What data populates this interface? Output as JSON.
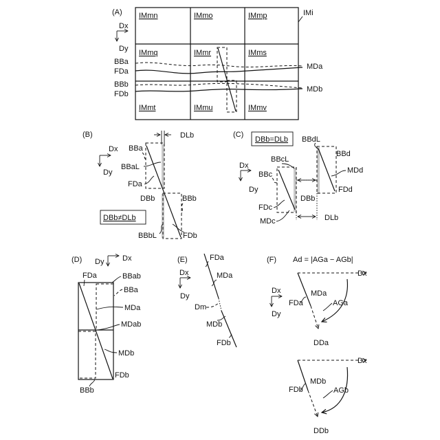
{
  "panels": {
    "a": {
      "label": "(A)",
      "cells": [
        "IMmn",
        "IMmo",
        "IMmp",
        "IMmq",
        "IMmr",
        "IMms",
        "IMmt",
        "IMmu",
        "IMmv"
      ],
      "image_label": "IMi",
      "dx": "Dx",
      "dy": "Dy",
      "bba": "BBa",
      "fda": "FDa",
      "bbb": "BBb",
      "fdb": "FDb",
      "mda": "MDa",
      "mdb": "MDb"
    },
    "b": {
      "label": "(B)",
      "dlb": "DLb",
      "dx": "Dx",
      "dy": "Dy",
      "bba": "BBa",
      "bbal": "BBaL",
      "fda": "FDa",
      "dbb": "DBb",
      "bbb": "BBb",
      "boxed": "DBb≠DLb",
      "bbbl": "BBbL",
      "fdb": "FDb"
    },
    "c": {
      "label": "(C)",
      "boxed": "DBb=DLb",
      "bbdl": "BBdL",
      "bbd": "BBd",
      "bbcl": "BBcL",
      "mdd": "MDd",
      "bbc": "BBc",
      "fdd": "FDd",
      "dx": "Dx",
      "dy": "Dy",
      "dbb": "DBb",
      "fdc": "FDc",
      "mdc": "MDc",
      "dlb": "DLb"
    },
    "d": {
      "label": "(D)",
      "dy": "Dy",
      "dx": "Dx",
      "fda": "FDa",
      "bbab": "BBab",
      "bba": "BBa",
      "mda": "MDa",
      "mdab": "MDab",
      "mdb": "MDb",
      "fdb": "FDb",
      "bbb": "BBb"
    },
    "e": {
      "label": "(E)",
      "fda": "FDa",
      "dx": "Dx",
      "dy": "Dy",
      "mda": "MDa",
      "dm": "Dm",
      "mdb": "MDb",
      "fdb": "FDb"
    },
    "f": {
      "label": "(F)",
      "formula": "Ad = |AGa − AGb|",
      "dx_top": "Dx",
      "dx": "Dx",
      "dy": "Dy",
      "fda": "FDa",
      "mda": "MDa",
      "aga": "AGa",
      "dda": "DDa",
      "dx_bottom": "Dx",
      "mdb": "MDb",
      "fdb": "FDb",
      "agb": "AGb",
      "ddb": "DDb"
    }
  }
}
